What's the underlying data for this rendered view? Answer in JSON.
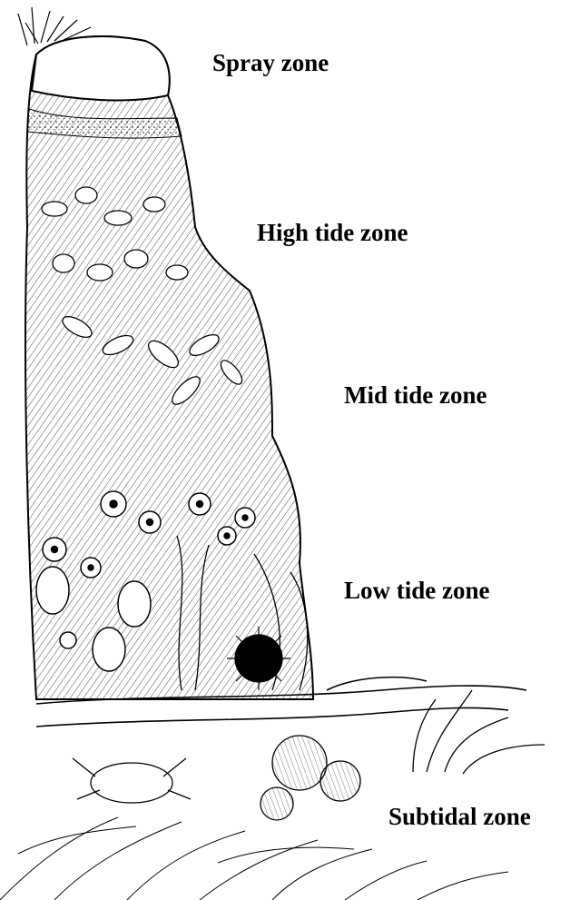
{
  "zones": [
    {
      "label": "Spray zone"
    },
    {
      "label": "High tide zone"
    },
    {
      "label": "Mid tide zone"
    },
    {
      "label": "Low tide zone"
    },
    {
      "label": "Subtidal zone"
    }
  ],
  "colors": {
    "ink": "#000000",
    "paper": "#ffffff"
  }
}
